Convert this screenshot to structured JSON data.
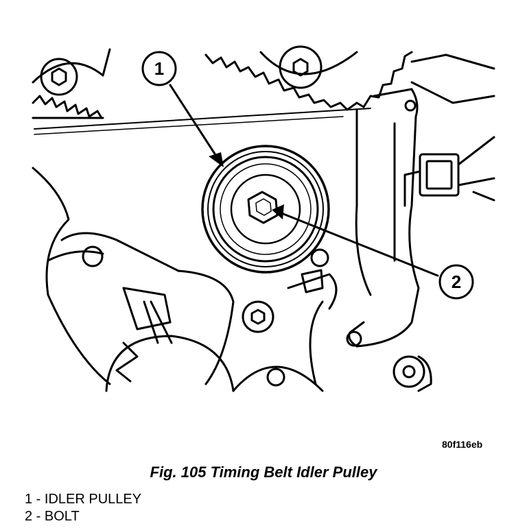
{
  "illustration": {
    "callouts": [
      {
        "number": "1"
      },
      {
        "number": "2"
      }
    ]
  },
  "figure_code": "80f116eb",
  "caption": "Fig. 105 Timing Belt Idler Pulley",
  "legend": [
    {
      "number": "1",
      "separator": " - ",
      "label": "IDLER PULLEY"
    },
    {
      "number": "2",
      "separator": " - ",
      "label": "BOLT"
    }
  ]
}
